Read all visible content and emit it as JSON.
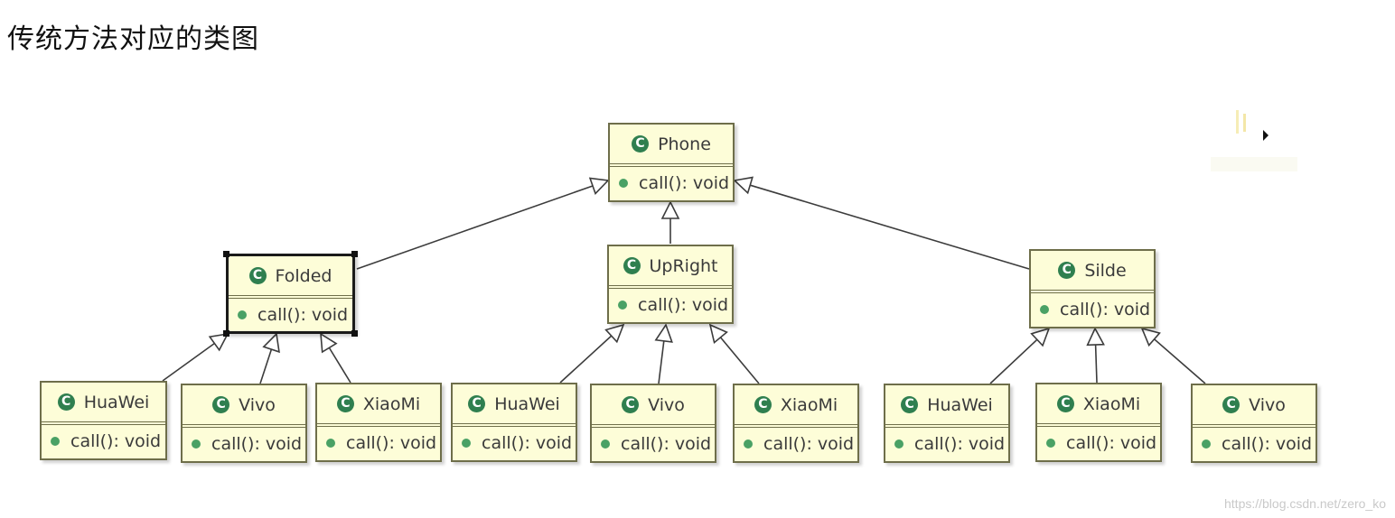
{
  "title": "传统方法对应的类图",
  "watermark": "https://blog.csdn.net/zero_ko",
  "icons": {
    "class": "class-c-icon",
    "method": "public-method-dot"
  },
  "colors": {
    "class_fill": "#fdfdd8",
    "class_border": "#6e6e4a",
    "class_icon": "#2f7f4f",
    "method_dot": "#4aa165"
  },
  "classes": {
    "phone": {
      "name": "Phone",
      "icon_letter": "C",
      "method": "call(): void"
    },
    "folded": {
      "name": "Folded",
      "icon_letter": "C",
      "method": "call(): void"
    },
    "upright": {
      "name": "UpRight",
      "icon_letter": "C",
      "method": "call(): void"
    },
    "silde": {
      "name": "Silde",
      "icon_letter": "C",
      "method": "call(): void"
    },
    "f_huawei": {
      "name": "HuaWei",
      "icon_letter": "C",
      "method": "call(): void"
    },
    "f_vivo": {
      "name": "Vivo",
      "icon_letter": "C",
      "method": "call(): void"
    },
    "f_xiaomi": {
      "name": "XiaoMi",
      "icon_letter": "C",
      "method": "call(): void"
    },
    "u_huawei": {
      "name": "HuaWei",
      "icon_letter": "C",
      "method": "call(): void"
    },
    "u_vivo": {
      "name": "Vivo",
      "icon_letter": "C",
      "method": "call(): void"
    },
    "u_xiaomi": {
      "name": "XiaoMi",
      "icon_letter": "C",
      "method": "call(): void"
    },
    "s_huawei": {
      "name": "HuaWei",
      "icon_letter": "C",
      "method": "call(): void"
    },
    "s_xiaomi": {
      "name": "XiaoMi",
      "icon_letter": "C",
      "method": "call(): void"
    },
    "s_vivo": {
      "name": "Vivo",
      "icon_letter": "C",
      "method": "call(): void"
    }
  },
  "relations": [
    {
      "child": "Folded",
      "parent": "Phone",
      "type": "generalization"
    },
    {
      "child": "UpRight",
      "parent": "Phone",
      "type": "generalization"
    },
    {
      "child": "Silde",
      "parent": "Phone",
      "type": "generalization"
    },
    {
      "child": "HuaWei",
      "parent": "Folded",
      "type": "generalization"
    },
    {
      "child": "Vivo",
      "parent": "Folded",
      "type": "generalization"
    },
    {
      "child": "XiaoMi",
      "parent": "Folded",
      "type": "generalization"
    },
    {
      "child": "HuaWei",
      "parent": "UpRight",
      "type": "generalization"
    },
    {
      "child": "Vivo",
      "parent": "UpRight",
      "type": "generalization"
    },
    {
      "child": "XiaoMi",
      "parent": "UpRight",
      "type": "generalization"
    },
    {
      "child": "HuaWei",
      "parent": "Silde",
      "type": "generalization"
    },
    {
      "child": "XiaoMi",
      "parent": "Silde",
      "type": "generalization"
    },
    {
      "child": "Vivo",
      "parent": "Silde",
      "type": "generalization"
    }
  ]
}
